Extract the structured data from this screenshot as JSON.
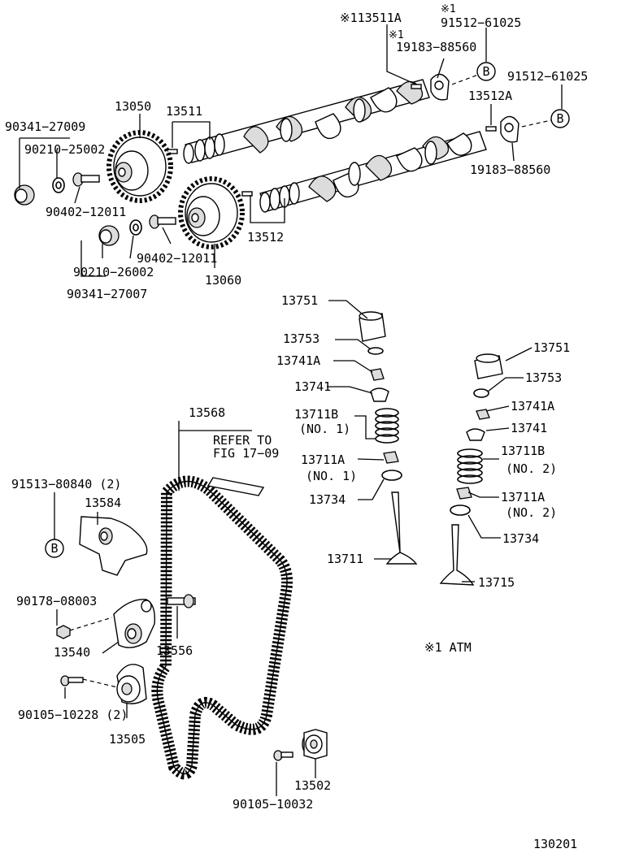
{
  "diagram": {
    "labels": {
      "l_113511a": "※113511A",
      "l_note1a": "※1",
      "l_91512_top": "91512−61025",
      "l_note1b": "※1",
      "l_19183_top": "19183−88560",
      "l_91512_right": "91512−61025",
      "l_13512a": "13512A",
      "l_19183_right": "19183−88560",
      "l_13050": "13050",
      "l_13511": "13511",
      "l_90341_27009": "90341−27009",
      "l_90210_25002": "90210−25002",
      "l_90402_top": "90402−12011",
      "l_13512": "13512",
      "l_90402_mid": "90402−12011",
      "l_90210_26002": "90210−26002",
      "l_13060": "13060",
      "l_90341_27007": "90341−27007",
      "l_13751_a": "13751",
      "l_13753_a": "13753",
      "l_13741a_a": "13741A",
      "l_13741_a": "13741",
      "l_13711b_a": "13711B",
      "l_no1_a": "(NO. 1)",
      "l_13711a_a": "13711A",
      "l_no1_b": "(NO. 1)",
      "l_13734_a": "13734",
      "l_13711": "13711",
      "l_13751_b": "13751",
      "l_13753_b": "13753",
      "l_13741a_b": "13741A",
      "l_13741_b": "13741",
      "l_13711b_b": "13711B",
      "l_no2_a": "(NO. 2)",
      "l_13711a_b": "13711A",
      "l_no2_b": "(NO. 2)",
      "l_13734_b": "13734",
      "l_13715": "13715",
      "l_13568": "13568",
      "l_refer1": "REFER TO",
      "l_refer2": "FIG 17−09",
      "l_91513": "91513−80840 (2)",
      "l_13584": "13584",
      "l_90178": "90178−08003",
      "l_13540": "13540",
      "l_13556": "13556",
      "l_90105_10228": "90105−10228 (2)",
      "l_13505": "13505",
      "l_13502": "13502",
      "l_90105_10032": "90105−10032",
      "l_atm": "※1  ATM",
      "l_fig": "130201",
      "b_top": "B",
      "b_right": "B",
      "b_left": "B"
    }
  }
}
